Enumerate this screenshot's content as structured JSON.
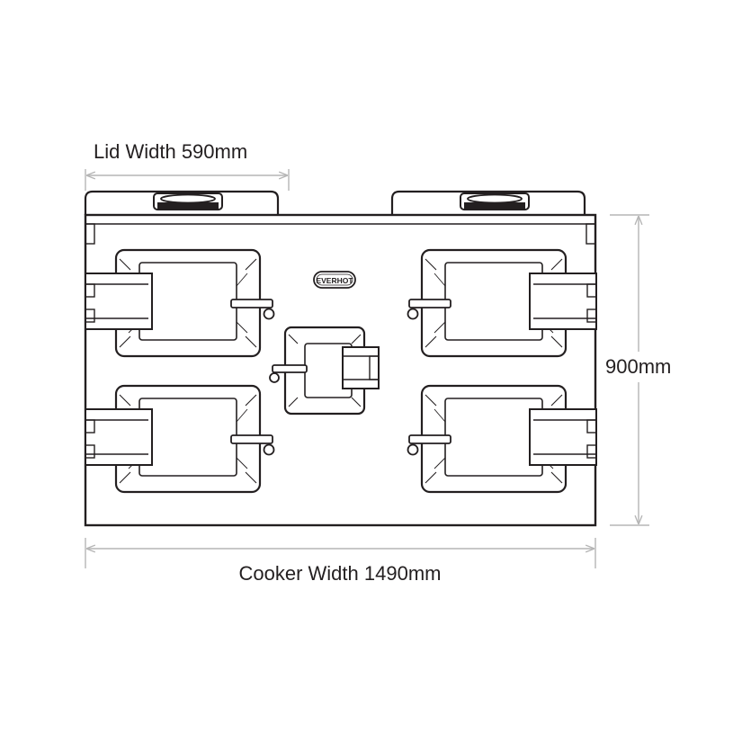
{
  "dimensions": {
    "lid_width": "Lid Width 590mm",
    "height": "900mm",
    "cooker_width": "Cooker Width 1490mm"
  },
  "brand": {
    "logo_text": "EVERHOT"
  },
  "colors": {
    "line": "#231f20",
    "dimension_line": "#b5b5b5",
    "background": "#ffffff"
  }
}
